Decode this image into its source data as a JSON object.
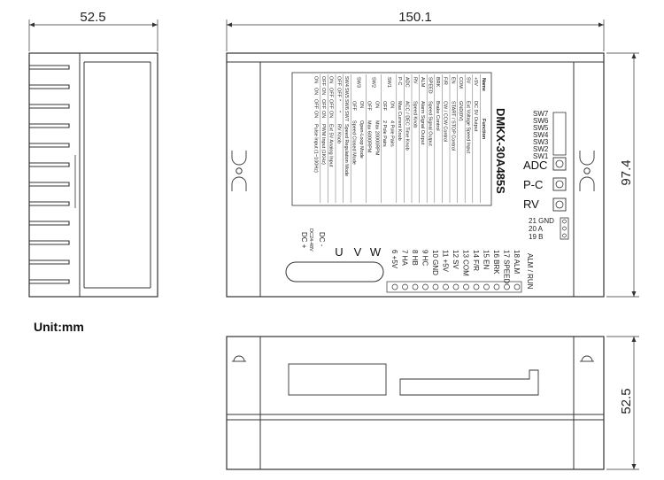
{
  "dimensions": {
    "side_width": "52.5",
    "top_width": "150.1",
    "front_height": "97.4",
    "bottom_height": "52.5"
  },
  "unit_label": "Unit:mm",
  "model": "DMKX-30A485S",
  "table": {
    "headers": [
      "Name",
      "Function"
    ],
    "rows": [
      [
        "+5V",
        "DC 5V Output"
      ],
      [
        "SV",
        "Ext Voltage Speed Input"
      ],
      [
        "COM",
        "GND(0V)"
      ],
      [
        "EN",
        "START / STOP Control"
      ],
      [
        "F/R",
        "CW / CCW Control"
      ],
      [
        "BRK",
        "Brake Control"
      ],
      [
        "SPEED",
        "Speed Signal Output"
      ],
      [
        "ALM",
        "Alarm Signal Output"
      ],
      [
        "RV",
        "Speed Knob"
      ],
      [
        "ADC",
        "ACC / DEC Time Knob"
      ],
      [
        "P-C",
        "Max Current Knob"
      ]
    ],
    "switch_groups": [
      {
        "switch": "SW1",
        "values": [
          [
            "ON",
            "4 Pole Pairs"
          ],
          [
            "OFF",
            "2 Pole Pairs"
          ]
        ]
      },
      {
        "switch": "SW2",
        "values": [
          [
            "ON",
            "Max 20000RPM"
          ],
          [
            "OFF",
            "Max 6000RPM"
          ]
        ]
      },
      {
        "switch": "SW3",
        "values": [
          [
            "ON",
            "Open-Loop Mode"
          ],
          [
            "OFF",
            "Speed Closed Mode"
          ]
        ]
      }
    ],
    "mode_header": [
      "SW4",
      "SW5",
      "SW6",
      "SW7",
      "Speed Regulation Mode"
    ],
    "mode_rows": [
      [
        "OFF",
        "OFF",
        "*",
        "*",
        "RV Knob"
      ],
      [
        "ON",
        "OFF",
        "OFF",
        "ON",
        "Ext 5V Analog Input"
      ],
      [
        "OFF",
        "ON",
        "OFF",
        "ON",
        "PWM Input (1KHz)"
      ],
      [
        "ON",
        "ON",
        "OFF",
        "ON",
        "Pulse Input (1~100Hz)"
      ]
    ]
  },
  "dip_switches": [
    "SW7",
    "SW6",
    "SW5",
    "SW4",
    "SW3",
    "SW2",
    "SW1"
  ],
  "knobs": [
    "ADC",
    "P-C",
    "RV"
  ],
  "rs485": [
    "21 GND",
    "20 A",
    "19 B"
  ],
  "alm_run": "ALM / RUN",
  "power": {
    "minus": "DC -",
    "plus": "DC +",
    "range": "DC24-48V"
  },
  "motor_phases": [
    "U",
    "V",
    "W"
  ],
  "signal_terminals": [
    "18 ALM",
    "17 SPEED",
    "16 BRK",
    "15 EN",
    "14 F/R",
    "13 COM",
    "12 SV",
    "11 +5V",
    "10 GND",
    "9 HC",
    "8 HB",
    "7 HA",
    "6 +5V"
  ]
}
